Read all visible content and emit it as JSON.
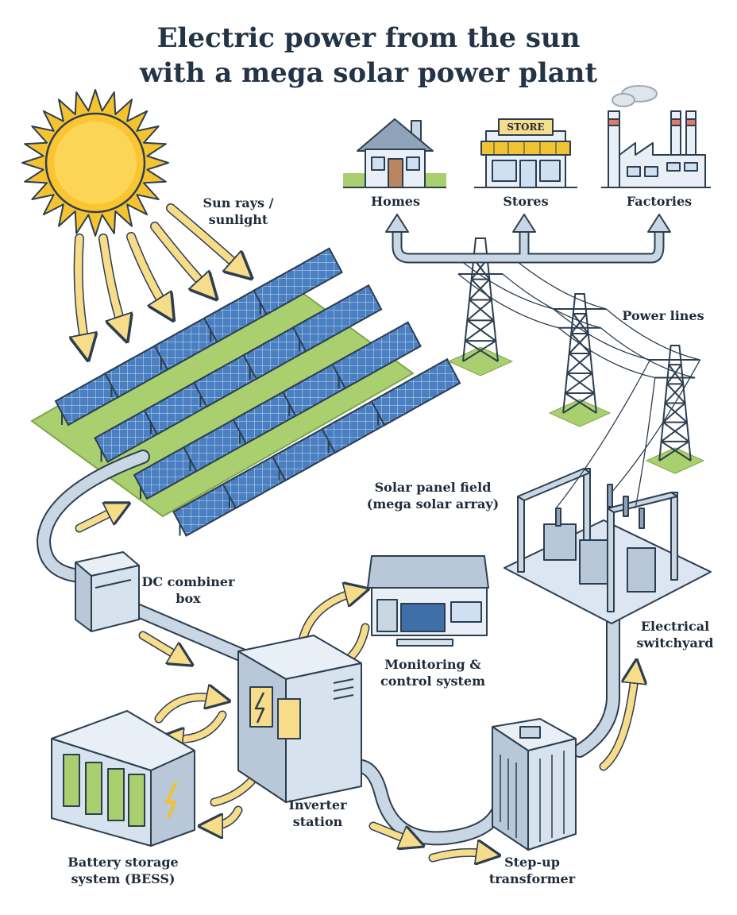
{
  "title": {
    "line1": "Electric power from the sun",
    "line2": "with a mega solar power plant"
  },
  "labels": {
    "sun_rays": [
      "Sun rays /",
      "sunlight"
    ],
    "homes": "Homes",
    "stores": "Stores",
    "factories": "Factories",
    "store_sign": "STORE",
    "power_lines": "Power lines",
    "solar_field": [
      "Solar panel field",
      "(mega solar array)"
    ],
    "dc_combiner": [
      "DC combiner",
      "box"
    ],
    "monitoring": [
      "Monitoring &",
      "control system"
    ],
    "switchyard": [
      "Electrical",
      "switchyard"
    ],
    "battery": [
      "Battery storage",
      "system (BESS)"
    ],
    "inverter": [
      "Inverter",
      "station"
    ],
    "transformer": [
      "Step-up",
      "transformer"
    ]
  },
  "colors": {
    "outline": "#2c3e50",
    "sun": "#fbc531",
    "sun_rays": "#f6d97a",
    "panel": "#4a7fc1",
    "grass": "#a9cf6f",
    "equipment": "#dbe6f2",
    "pipe": "#b8c8d8",
    "arrow": "#f7dc8a"
  },
  "icons": [
    "sun-icon",
    "house-icon",
    "store-icon",
    "factory-icon",
    "pylon-icon",
    "solar-panel-icon",
    "combiner-box-icon",
    "inverter-icon",
    "battery-icon",
    "computer-icon",
    "transformer-icon",
    "switchyard-icon",
    "lightning-icon"
  ]
}
